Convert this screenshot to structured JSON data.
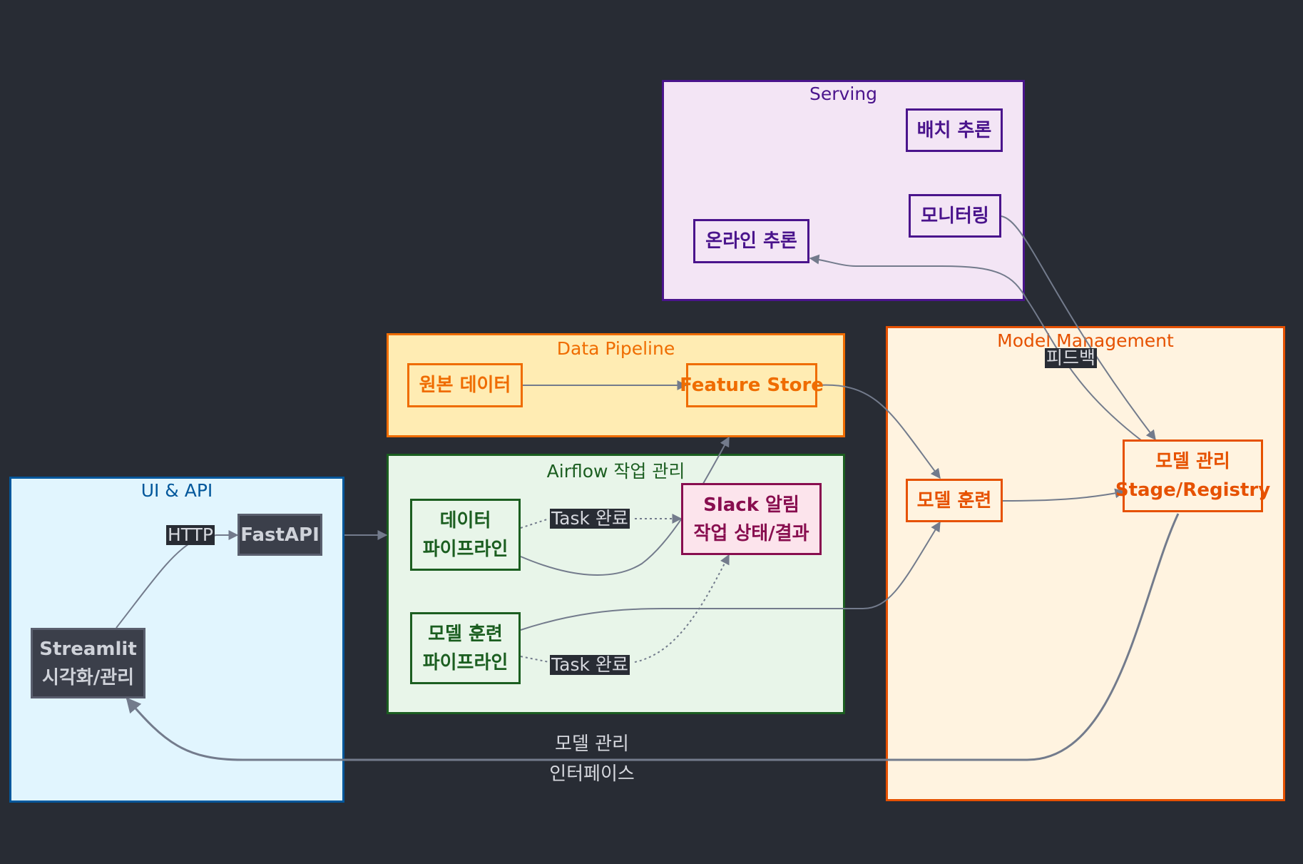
{
  "colors": {
    "background": "#282c34",
    "edge": "#737b8c",
    "serving": {
      "fill": "#f3e5f5",
      "border": "#4a148c",
      "text": "#4a148c"
    },
    "data_pipeline": {
      "fill": "#ffecb3",
      "border": "#ef6c00",
      "text": "#ef6c00"
    },
    "airflow": {
      "fill": "#e8f5e9",
      "border": "#1b5e20",
      "text": "#1b5e20"
    },
    "ui_api": {
      "fill": "#e1f5fe",
      "border": "#01579b",
      "text": "#01579b"
    },
    "model_mgmt": {
      "fill": "#fff3e0",
      "border": "#e65100",
      "text": "#e65100"
    },
    "slack": {
      "fill": "#fce4ec",
      "border": "#880e4f",
      "text": "#880e4f"
    },
    "dark_node": {
      "fill": "#3b3f4a",
      "border": "#5a5f6e",
      "text": "#cfd2d9"
    }
  },
  "groups": {
    "serving": "Serving",
    "data_pipeline": "Data Pipeline",
    "airflow": "Airflow 작업 관리",
    "ui_api": "UI & API",
    "model_mgmt": "Model Management"
  },
  "nodes": {
    "batch_inference": "배치 추론",
    "monitoring": "모니터링",
    "online_inference": "온라인 추론",
    "raw_data": "원본 데이터",
    "feature_store": "Feature Store",
    "data_pipeline_line1": "데이터",
    "data_pipeline_line2": "파이프라인",
    "training_pipeline_line1": "모델 훈련",
    "training_pipeline_line2": "파이프라인",
    "slack_line1": "Slack 알림",
    "slack_line2": "작업 상태/결과",
    "fastapi": "FastAPI",
    "streamlit_line1": "Streamlit",
    "streamlit_line2": "시각화/관리",
    "model_training": "모델 훈련",
    "model_registry_line1": "모델 관리",
    "model_registry_line2": "Stage/Registry"
  },
  "edge_labels": {
    "feedback": "피드백",
    "http": "HTTP",
    "task_done_1": "Task 완료",
    "task_done_2": "Task 완료",
    "model_mgmt_interface_line1": "모델 관리",
    "model_mgmt_interface_line2": "인터페이스"
  }
}
